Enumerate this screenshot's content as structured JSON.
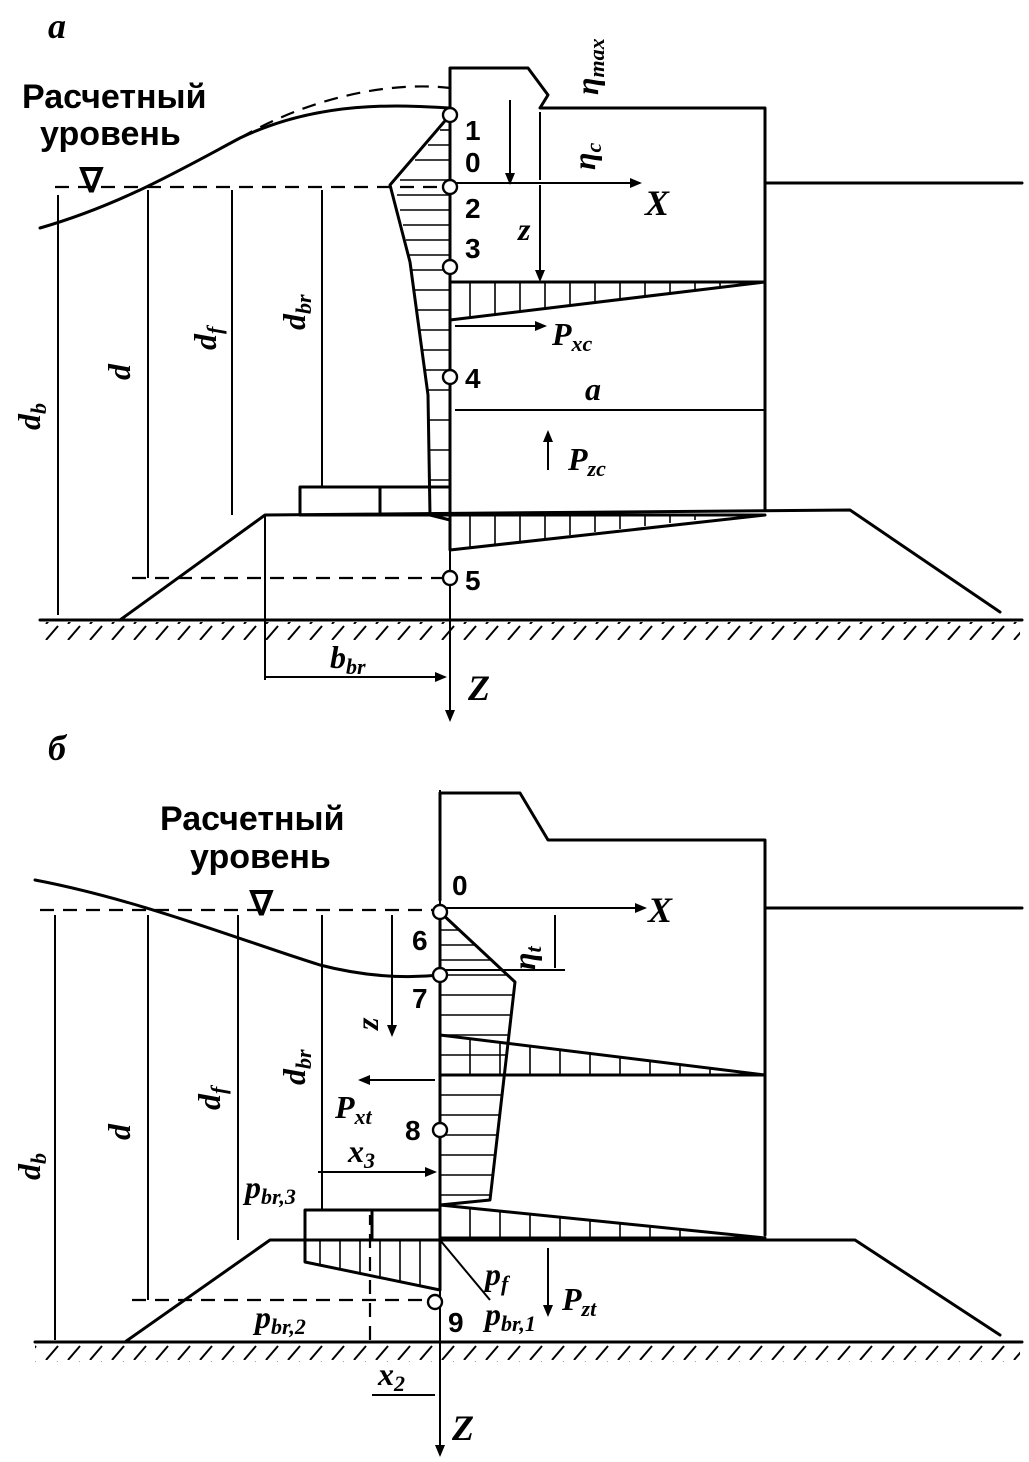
{
  "panel_a": {
    "letter": "а",
    "level_label_line1": "Расчетный",
    "level_label_line2": "уровень",
    "water_symbol": "∇",
    "eta_max": "η",
    "eta_max_sub": "max",
    "eta_c": "η",
    "eta_c_sub": "c",
    "axis_x": "X",
    "axis_z": "Z",
    "z_label": "z",
    "a_label": "a",
    "d_b": "d",
    "d_b_sub": "b",
    "d": "d",
    "d_f": "d",
    "d_f_sub": "f",
    "d_br": "d",
    "d_br_sub": "br",
    "b_br": "b",
    "b_br_sub": "br",
    "p_xc": "P",
    "p_xc_sub": "xc",
    "p_zc": "P",
    "p_zc_sub": "zc",
    "points": [
      "1",
      "0",
      "2",
      "3",
      "4",
      "5"
    ]
  },
  "panel_b": {
    "letter": "б",
    "level_label_line1": "Расчетный",
    "level_label_line2": "уровень",
    "water_symbol": "∇",
    "eta_t": "η",
    "eta_t_sub": "t",
    "axis_x": "X",
    "axis_z": "Z",
    "z_label": "z",
    "d_b": "d",
    "d_b_sub": "b",
    "d": "d",
    "d_f": "d",
    "d_f_sub": "f",
    "d_br": "d",
    "d_br_sub": "br",
    "p_xt": "P",
    "p_xt_sub": "xt",
    "p_zt": "P",
    "p_zt_sub": "zt",
    "x3": "x",
    "x3_sub": "3",
    "x2": "x",
    "x2_sub": "2",
    "p_br3": "p",
    "p_br3_sub": "br,3",
    "p_br2": "p",
    "p_br2_sub": "br,2",
    "p_br1": "p",
    "p_br1_sub": "br,1",
    "p_f": "p",
    "p_f_sub": "f",
    "points": [
      "0",
      "6",
      "7",
      "8",
      "9"
    ]
  }
}
